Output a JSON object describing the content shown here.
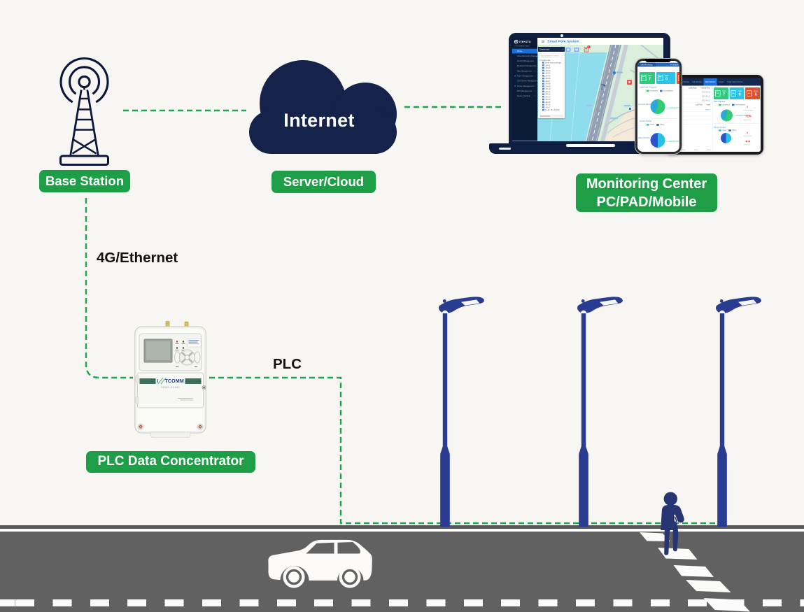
{
  "colors": {
    "background": "#f8f6f2",
    "label_green": "#1f9e48",
    "line_green": "#21a24d",
    "navy": "#13203f",
    "pole_blue": "#2a3b92",
    "road_gray": "#616161"
  },
  "base_station": {
    "label": "Base Station"
  },
  "cloud": {
    "title": "Internet",
    "label": "Server/Cloud"
  },
  "links": {
    "uplink": "4G/Ethernet",
    "plc": "PLC"
  },
  "monitoring": {
    "label_line1": "Monitoring Center",
    "label_line2": "PC/PAD/Mobile"
  },
  "concentrator": {
    "label": "PLC Data Concentrator",
    "brand_prefix": "I",
    "brand": "TCOMM",
    "model": "SDMS-DC690"
  },
  "laptop": {
    "logo": "ITB+OTU",
    "logo_sub": "OTU intelligent light...",
    "app_title": "Smart Pole System",
    "burger": "☰",
    "alarm_badge": "6",
    "sidebar_items": [
      {
        "label": "Home",
        "active": true,
        "dot": false
      },
      {
        "label": "Video Monitoring Manage...",
        "active": false,
        "dot": false
      },
      {
        "label": "Device Management",
        "active": false,
        "dot": false
      },
      {
        "label": "Broadcast Management",
        "active": false,
        "dot": false
      },
      {
        "label": "Map Management",
        "active": false,
        "dot": false
      },
      {
        "label": "Alarm Management",
        "active": false,
        "dot": true
      },
      {
        "label": "LED Screen Management",
        "active": false,
        "dot": false
      },
      {
        "label": "Sensor Management",
        "active": false,
        "dot": true
      },
      {
        "label": "WiFi Management",
        "active": false,
        "dot": false
      },
      {
        "label": "System Settings",
        "active": false,
        "dot": false
      }
    ],
    "panel": {
      "title": "Device tree",
      "collapse": "−",
      "search_placeholder": "input keyword to search",
      "root": "smart pole",
      "items": [
        "Smart lamp pole gat...",
        "L40-01",
        "L40-02",
        "L40-03",
        "L40-04",
        "L40-05",
        "L40-06",
        "L40-07",
        "L40-08",
        "L40-09",
        "L40-10",
        "L40-11",
        "L40-12",
        "L40-13",
        "L40-14",
        "L40-15",
        "L40-16",
        "L40-17",
        "PL-18, 19, 20-1LD"
      ]
    }
  },
  "phone": {
    "header_tab": "Data Monitoring",
    "header_right": "⚙ navigate",
    "cards": [
      {
        "label": "Total",
        "value": "7",
        "color": "#2fca7f"
      },
      {
        "label": "Fault",
        "value": "0",
        "color": "#2cc3e4"
      },
      {
        "label": "",
        "value": "",
        "color": "#e25b2d"
      }
    ],
    "sections": [
      {
        "title": "Light Rate Progress",
        "legend": [
          {
            "text": "completed",
            "color": "#2fcc71"
          },
          {
            "text": "uncompleted",
            "color": "#2a7fd4"
          }
        ],
        "left_label": "uncompleted:42%",
        "right_label": "completed:57.74%",
        "pie": {
          "values": [
            57.74,
            42.26
          ],
          "colors": [
            "#2fcc71",
            "#2aa7db"
          ]
        }
      },
      {
        "title": "Device Online",
        "legend": [
          {
            "text": "online",
            "color": "#28c0e4"
          },
          {
            "text": "offline",
            "color": "#2b55c8"
          }
        ],
        "left_label": "offline:50.00%",
        "right_label": "online:50.00%",
        "pie": {
          "values": [
            50,
            50
          ],
          "colors": [
            "#28c0e4",
            "#2b55c8"
          ]
        }
      }
    ]
  },
  "tablet": {
    "nav_items": [
      "≡ Home",
      "Device Manage",
      "Light Manage",
      "Data Statistics",
      "System",
      "Single Lamp Control ▾"
    ],
    "nav_active_index": 3,
    "table": {
      "headers": [
        "configType",
        "operateTime"
      ],
      "rows": [
        "2021-09-12",
        "2021-09-12",
        "2021-09-12"
      ],
      "mid_headers": [
        "confTime",
        "state"
      ],
      "link_left": "details",
      "link_right": "more ›",
      "footer": [
        "1000-1",
        "1000-2",
        "1000-3",
        "1000-4"
      ]
    },
    "cards": [
      {
        "label": "Total",
        "value": "7",
        "color": "#2fca7f"
      },
      {
        "label": "Fault",
        "value": "0",
        "color": "#2cc3e4"
      },
      {
        "label": "Alarm",
        "value": "6",
        "color": "#e0502c"
      }
    ],
    "sections": [
      {
        "title": "Task Manage",
        "legend": [
          {
            "text": "completed",
            "color": "#2fcc71"
          },
          {
            "text": "uncompleted",
            "color": "#2a7fd4"
          }
        ],
        "pie": {
          "values": [
            57.74,
            42.26
          ],
          "colors": [
            "#2fcc71",
            "#2aa7db"
          ]
        },
        "pie_label": "completed:57.74%",
        "stat1": "0",
        "cap1": "untreated alarm",
        "stat2": "71%",
        "cap2": "lighting rate"
      },
      {
        "title": "Device Online",
        "legend": [
          {
            "text": "online",
            "color": "#28c0e4"
          },
          {
            "text": "offline",
            "color": "#2b55c8"
          }
        ],
        "pie": {
          "values": [
            50,
            50
          ],
          "colors": [
            "#28c0e4",
            "#2b55c8"
          ]
        },
        "pie_label": "",
        "stat1": "0",
        "cap1": "offline device",
        "stat2": "∗∗",
        "cap2": "online rate"
      }
    ]
  },
  "chart_data": [
    {
      "type": "pie",
      "title": "Light Rate Progress (phone)",
      "labels": [
        "completed",
        "uncompleted"
      ],
      "values": [
        57.74,
        42.26
      ]
    },
    {
      "type": "pie",
      "title": "Device Online (phone)",
      "labels": [
        "online",
        "offline"
      ],
      "values": [
        50,
        50
      ]
    },
    {
      "type": "pie",
      "title": "Task Manage (tablet)",
      "labels": [
        "completed",
        "uncompleted"
      ],
      "values": [
        57.74,
        42.26
      ],
      "annotations": [
        "0 untreated alarm",
        "71% lighting rate"
      ]
    },
    {
      "type": "pie",
      "title": "Device Online (tablet)",
      "labels": [
        "online",
        "offline"
      ],
      "values": [
        50,
        50
      ],
      "annotations": [
        "0 offline device"
      ]
    }
  ]
}
